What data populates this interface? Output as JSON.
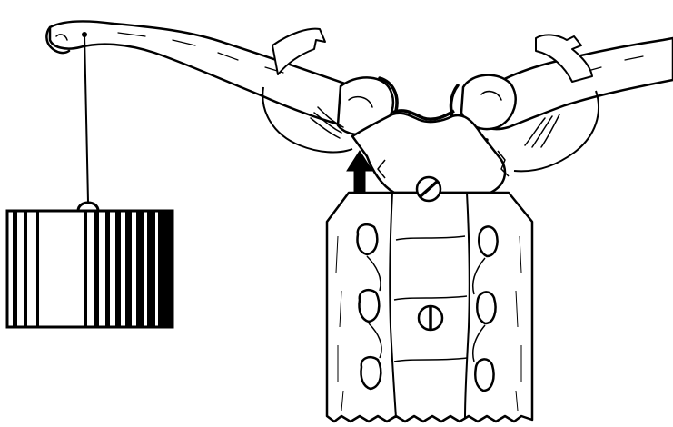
{
  "figure": {
    "kind": "line-drawing",
    "subject": "clavicle-sternoclavicular-test-rig",
    "ink_color": "#000000",
    "paper_color": "#ffffff",
    "icons": [
      "hanging-weight-icon",
      "arrow-up-icon",
      "screw-icon",
      "clavicle-bone",
      "sternum-mount"
    ]
  }
}
